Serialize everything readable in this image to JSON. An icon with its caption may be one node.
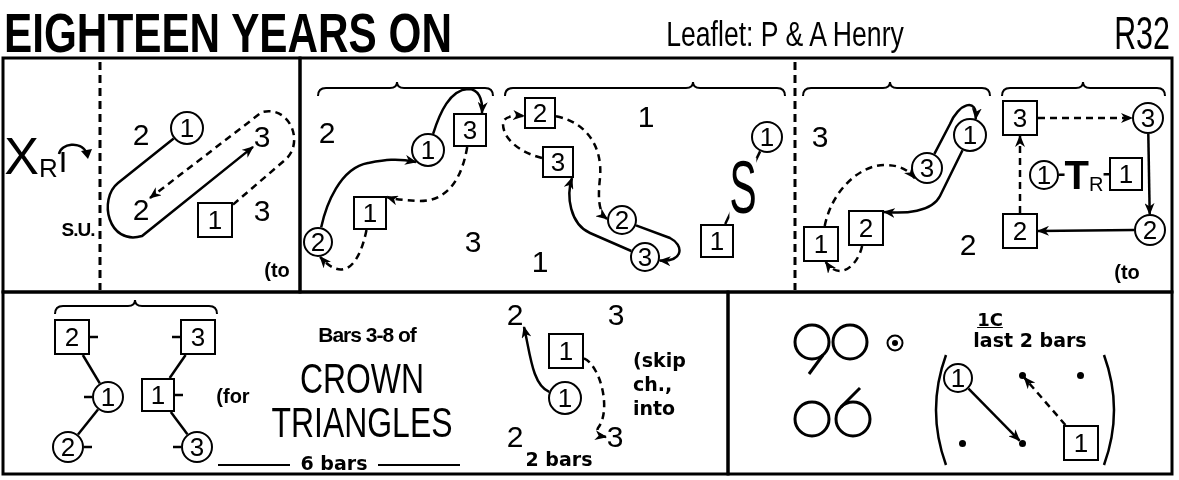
{
  "diagram": {
    "title": "EIGHTEEN YEARS ON",
    "nodes": [
      {
        "text": [
          "1"
        ]
      },
      {
        "text": [
          "3"
        ]
      },
      {
        "text": [
          "2"
        ]
      },
      {
        "text": [
          "1"
        ]
      },
      {
        "text": [
          "2"
        ]
      },
      {
        "text": [
          "1"
        ]
      },
      {
        "text": [
          "1"
        ]
      },
      {
        "text": [
          "3"
        ]
      },
      {
        "text": [
          "2"
        ]
      },
      {
        "text": [
          "3"
        ]
      },
      {
        "text": [
          "2"
        ]
      },
      {
        "text": [
          "3"
        ]
      },
      {
        "text": [
          "1"
        ]
      },
      {
        "text": [
          "1"
        ]
      },
      {
        "text": [
          "1"
        ]
      },
      {
        "text": [
          "2"
        ]
      },
      {
        "text": [
          "3"
        ]
      },
      {
        "text": [
          "1"
        ]
      },
      {
        "text": [
          "3"
        ]
      },
      {
        "text": [
          "3"
        ]
      },
      {
        "text": [
          "1"
        ]
      },
      {
        "text": [
          "1"
        ]
      },
      {
        "text": [
          "2"
        ]
      },
      {
        "text": [
          "2"
        ]
      },
      {
        "text": [
          "2"
        ]
      },
      {
        "text": [
          "3"
        ]
      },
      {
        "text": [
          "1"
        ]
      },
      {
        "text": [
          "1"
        ]
      },
      {
        "text": [
          "2"
        ]
      },
      {
        "text": [
          "3"
        ]
      },
      {
        "text": [
          "2"
        ]
      },
      {
        "text": [
          "1"
        ]
      },
      {
        "text": [
          "1"
        ]
      },
      {
        "text": [
          "3"
        ]
      },
      {
        "text": [
          "1"
        ]
      },
      {
        "text": [],
        "shape": "dot"
      },
      {
        "text": [],
        "shape": "dot"
      },
      {
        "text": [],
        "shape": "dot"
      },
      {
        "text": [],
        "shape": "dot"
      },
      {
        "text": [
          "1"
        ]
      }
    ],
    "edges": [
      {
        "from": 0,
        "to": 1,
        "arrow": "to"
      },
      {
        "from": 3,
        "to": 2,
        "arrow": "to",
        "style": "dashed"
      },
      {
        "from": 4,
        "to": 6,
        "arrow": "to"
      },
      {
        "from": 5,
        "to": 4,
        "arrow": "to",
        "style": "dashed"
      },
      {
        "from": 6,
        "to": 7,
        "arrow": "to"
      },
      {
        "from": 7,
        "to": 5,
        "arrow": "to",
        "style": "dashed"
      },
      {
        "from": 9,
        "to": 8,
        "arrow": "to",
        "style": "dashed"
      },
      {
        "from": 8,
        "to": 10,
        "arrow": "to",
        "style": "dashed"
      },
      {
        "from": 11,
        "to": 9,
        "arrow": "to"
      },
      {
        "from": 10,
        "to": 11,
        "arrow": "to"
      },
      {
        "from": 13,
        "to": 12,
        "arrow": "none",
        "label": "S"
      },
      {
        "from": 14,
        "to": 16,
        "arrow": "to",
        "style": "dashed"
      },
      {
        "from": 15,
        "to": 14,
        "arrow": "to",
        "style": "dashed"
      },
      {
        "from": 16,
        "to": 17,
        "arrow": "to"
      },
      {
        "from": 17,
        "to": 15,
        "arrow": "to"
      },
      {
        "from": 18,
        "to": 19,
        "arrow": "to",
        "style": "dashed"
      },
      {
        "from": 19,
        "to": 23,
        "arrow": "to"
      },
      {
        "from": 23,
        "to": 22,
        "arrow": "to"
      },
      {
        "from": 22,
        "to": 18,
        "arrow": "to",
        "style": "dashed"
      },
      {
        "from": 20,
        "to": 21,
        "arrow": "none",
        "label": "T$_{R}$"
      },
      {
        "from": 24,
        "to": 26,
        "arrow": "none"
      },
      {
        "from": 26,
        "to": 28,
        "arrow": "none"
      },
      {
        "from": 25,
        "to": 27,
        "arrow": "none"
      },
      {
        "from": 27,
        "to": 29,
        "arrow": "none"
      },
      {
        "from": 32,
        "to": 30,
        "arrow": "to"
      },
      {
        "from": 31,
        "to": 33,
        "arrow": "to",
        "style": "dashed"
      },
      {
        "from": 34,
        "to": 38,
        "arrow": "to"
      },
      {
        "from": 39,
        "to": 35,
        "arrow": "to",
        "style": "dashed"
      }
    ],
    "labels": [
      "Leaflet: P & A Henry",
      "R32",
      "X$_{R}$",
      "2",
      "3",
      "S.U.",
      "(to",
      "2",
      "1",
      "3",
      "1",
      "3",
      "2",
      "(to",
      "Bars 3-8 of",
      "(for",
      "CROWN TRIANGLES",
      "6 bars",
      "3",
      "(skip ch., into",
      "2",
      "2 bars",
      "1C",
      "last 2 bars"
    ]
  }
}
